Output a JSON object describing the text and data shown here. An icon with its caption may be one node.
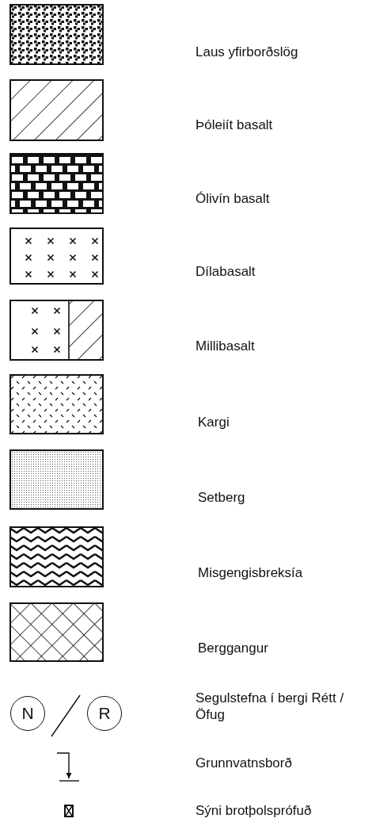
{
  "diagram": {
    "nodes": [
      {
        "text": [
          "N"
        ]
      },
      {
        "text": [
          "R"
        ]
      }
    ],
    "legend": [
      {
        "text": "Laus yfirborðslög"
      },
      {
        "text": "Þóleiít basalt"
      },
      {
        "text": "Ólivín basalt"
      },
      {
        "text": "Dílabasalt"
      },
      {
        "text": "Millibasalt"
      },
      {
        "text": "Kargi"
      },
      {
        "text": "Setberg"
      },
      {
        "text": "Misgengisbreksía"
      },
      {
        "text": "Berggangur"
      },
      {
        "text": "Segulstefna í bergi Rétt / Öfug"
      },
      {
        "text": "Grunnvatnsborð"
      },
      {
        "text": "Sýni brotþolsprófuð"
      }
    ]
  }
}
